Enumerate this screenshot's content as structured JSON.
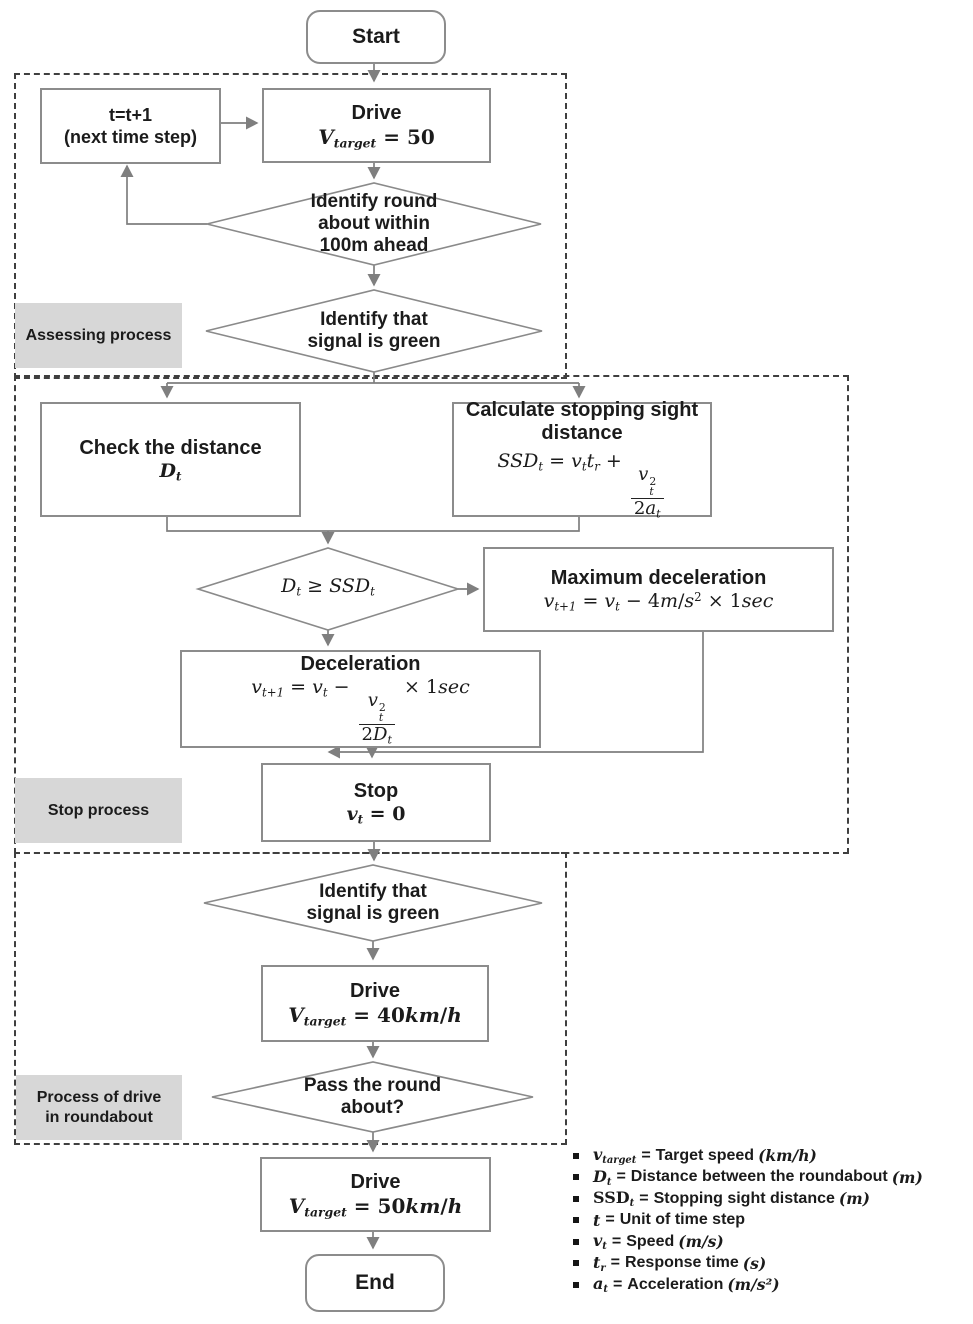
{
  "nodes": {
    "start": {
      "label": "Start"
    },
    "end": {
      "label": "End"
    },
    "t_step": {
      "line1": "t=t+1",
      "line2": "(next time step)"
    },
    "drive1": {
      "title": "Drive",
      "formula": [
        [
          "i",
          "V"
        ],
        [
          "b",
          "target"
        ],
        [
          "t",
          " = 50"
        ]
      ]
    },
    "identify_roundabout": {
      "lines": [
        "Identify round",
        "about within",
        "100m ahead"
      ]
    },
    "identify_green1": {
      "lines": [
        "Identify that",
        "signal is green"
      ]
    },
    "check_distance": {
      "title": "Check the distance",
      "formula": [
        [
          "i",
          "D"
        ],
        [
          "b",
          "t"
        ]
      ]
    },
    "calc_ssd": {
      "title1": "Calculate stopping sight",
      "title2": "distance",
      "formula": [
        [
          "i",
          "SSD"
        ],
        [
          "b",
          "t"
        ],
        [
          "t",
          " = "
        ],
        [
          "i",
          "v"
        ],
        [
          "b",
          "t"
        ],
        [
          "i",
          "t"
        ],
        [
          "b",
          "r"
        ],
        [
          "t",
          " + "
        ],
        [
          "f",
          [
            [
              "i",
              "v"
            ],
            [
              "ss",
              "2",
              "t"
            ]
          ],
          [
            [
              "t",
              "2"
            ],
            [
              "i",
              "a"
            ],
            [
              "b",
              "t"
            ]
          ]
        ]
      ]
    },
    "dt_ssd": {
      "formula": [
        [
          "i",
          "D"
        ],
        [
          "b",
          "t"
        ],
        [
          "t",
          " ≥ "
        ],
        [
          "i",
          "SSD"
        ],
        [
          "b",
          "t"
        ]
      ]
    },
    "max_decel": {
      "title": "Maximum deceleration",
      "formula": [
        [
          "i",
          "v"
        ],
        [
          "b",
          "t+1"
        ],
        [
          "t",
          " = "
        ],
        [
          "i",
          "v"
        ],
        [
          "b",
          "t"
        ],
        [
          "t",
          " − 4"
        ],
        [
          "i",
          "m"
        ],
        [
          "t",
          "/"
        ],
        [
          "i",
          "s"
        ],
        [
          "p",
          "2"
        ],
        [
          "t",
          " × 1"
        ],
        [
          "i",
          "sec"
        ]
      ]
    },
    "decel": {
      "title": "Deceleration",
      "formula": [
        [
          "i",
          "v"
        ],
        [
          "b",
          "t+1"
        ],
        [
          "t",
          " = "
        ],
        [
          "i",
          "v"
        ],
        [
          "b",
          "t"
        ],
        [
          "t",
          " − "
        ],
        [
          "f",
          [
            [
              "i",
              "v"
            ],
            [
              "ss",
              "2",
              "t"
            ]
          ],
          [
            [
              "t",
              "2"
            ],
            [
              "i",
              "D"
            ],
            [
              "b",
              "t"
            ]
          ]
        ],
        [
          "t",
          " × 1"
        ],
        [
          "i",
          "sec"
        ]
      ]
    },
    "stop": {
      "title": "Stop",
      "formula": [
        [
          "i",
          "v"
        ],
        [
          "b",
          "t"
        ],
        [
          "t",
          " = 0"
        ]
      ]
    },
    "identify_green2": {
      "lines": [
        "Identify that",
        "signal is green"
      ]
    },
    "drive2": {
      "title": "Drive",
      "formula": [
        [
          "i",
          "V"
        ],
        [
          "b",
          "target"
        ],
        [
          "t",
          " = 40"
        ],
        [
          "i",
          "km"
        ],
        [
          "t",
          "/"
        ],
        [
          "i",
          "h"
        ]
      ]
    },
    "pass_roundabout": {
      "lines": [
        "Pass the round",
        "about?"
      ]
    },
    "drive3": {
      "title": "Drive",
      "formula": [
        [
          "i",
          "V"
        ],
        [
          "b",
          "target"
        ],
        [
          "t",
          " = 50"
        ],
        [
          "i",
          "km"
        ],
        [
          "t",
          "/"
        ],
        [
          "i",
          "h"
        ]
      ]
    }
  },
  "sections": {
    "assessing": {
      "label": "Assessing process"
    },
    "stop": {
      "label": "Stop process"
    },
    "roundabout": {
      "label1": "Process of drive",
      "label2": "in roundabout"
    }
  },
  "legend": {
    "items": [
      {
        "sym": [
          [
            "i",
            "v"
          ],
          [
            "b",
            "target"
          ]
        ],
        "eq": "=",
        "desc": "Target speed",
        "unit": "(km/h)"
      },
      {
        "sym": [
          [
            "i",
            "D"
          ],
          [
            "b",
            "t"
          ]
        ],
        "eq": "=",
        "desc": "Distance between the roundabout",
        "unit": "(m)"
      },
      {
        "sym": [
          [
            "t",
            "SSD"
          ],
          [
            "b",
            "t"
          ]
        ],
        "eq": "=",
        "desc": "Stopping sight distance",
        "unit": "(m)"
      },
      {
        "sym": [
          [
            "i",
            "t"
          ]
        ],
        "eq": "=",
        "desc": "Unit of time step",
        "unit": ""
      },
      {
        "sym": [
          [
            "i",
            "v"
          ],
          [
            "b",
            "t"
          ]
        ],
        "eq": "=",
        "desc": "Speed",
        "unit": "(m/s)"
      },
      {
        "sym": [
          [
            "i",
            "t"
          ],
          [
            "b",
            "r"
          ]
        ],
        "eq": "=",
        "desc": "Response time",
        "unit": "(s)"
      },
      {
        "sym": [
          [
            "i",
            "a"
          ],
          [
            "b",
            "t"
          ]
        ],
        "eq": "=",
        "desc": "Acceleration",
        "unit": "(m/s²)"
      }
    ]
  },
  "colors": {
    "line": "#7f7f7f",
    "dashed_border": "#3f3f3f",
    "label_bg": "#d7d7d7",
    "text": "#1b1b1b"
  }
}
